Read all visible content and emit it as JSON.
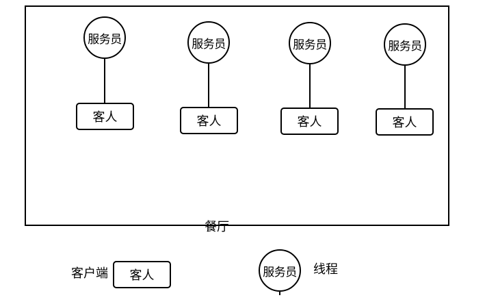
{
  "diagram": {
    "pairs": [
      {
        "waiter": "服务员",
        "guest": "客人"
      },
      {
        "waiter": "服务员",
        "guest": "客人"
      },
      {
        "waiter": "服务员",
        "guest": "客人"
      },
      {
        "waiter": "服务员",
        "guest": "客人"
      }
    ],
    "restaurant_label": "餐厅"
  },
  "legend": {
    "client_label": "客户端",
    "guest_label": "客人",
    "waiter_label": "服务员",
    "thread_label": "线程"
  }
}
